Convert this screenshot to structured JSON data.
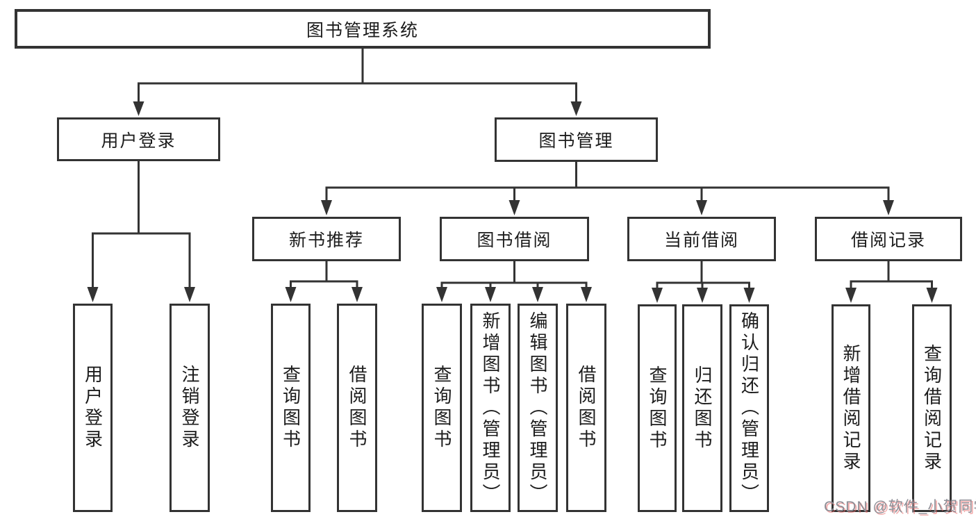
{
  "page": {
    "background": "#ffffff",
    "line_color": "#333333",
    "box_border_color": "#333333",
    "text_color": "#1c1c1c"
  },
  "tree": {
    "root": {
      "label": "图书管理系统",
      "children": [
        {
          "label": "用户登录",
          "children": [
            {
              "label": "用户登录"
            },
            {
              "label": "注销登录"
            }
          ]
        },
        {
          "label": "图书管理",
          "children": [
            {
              "label": "新书推荐",
              "children": [
                {
                  "label": "查询图书"
                },
                {
                  "label": "借阅图书"
                }
              ]
            },
            {
              "label": "图书借阅",
              "children": [
                {
                  "label": "查询图书"
                },
                {
                  "label": "新增图书（管理员）"
                },
                {
                  "label": "编辑图书（管理员）"
                },
                {
                  "label": "借阅图书"
                }
              ]
            },
            {
              "label": "当前借阅",
              "children": [
                {
                  "label": "查询图书"
                },
                {
                  "label": "归还图书"
                },
                {
                  "label": "确认归还（管理员）"
                }
              ]
            },
            {
              "label": "借阅记录",
              "children": [
                {
                  "label": "新增借阅记录"
                },
                {
                  "label": "查询借阅记录"
                }
              ]
            }
          ]
        }
      ]
    }
  },
  "watermark": {
    "text": "CSDN @软件_小贺同学"
  }
}
